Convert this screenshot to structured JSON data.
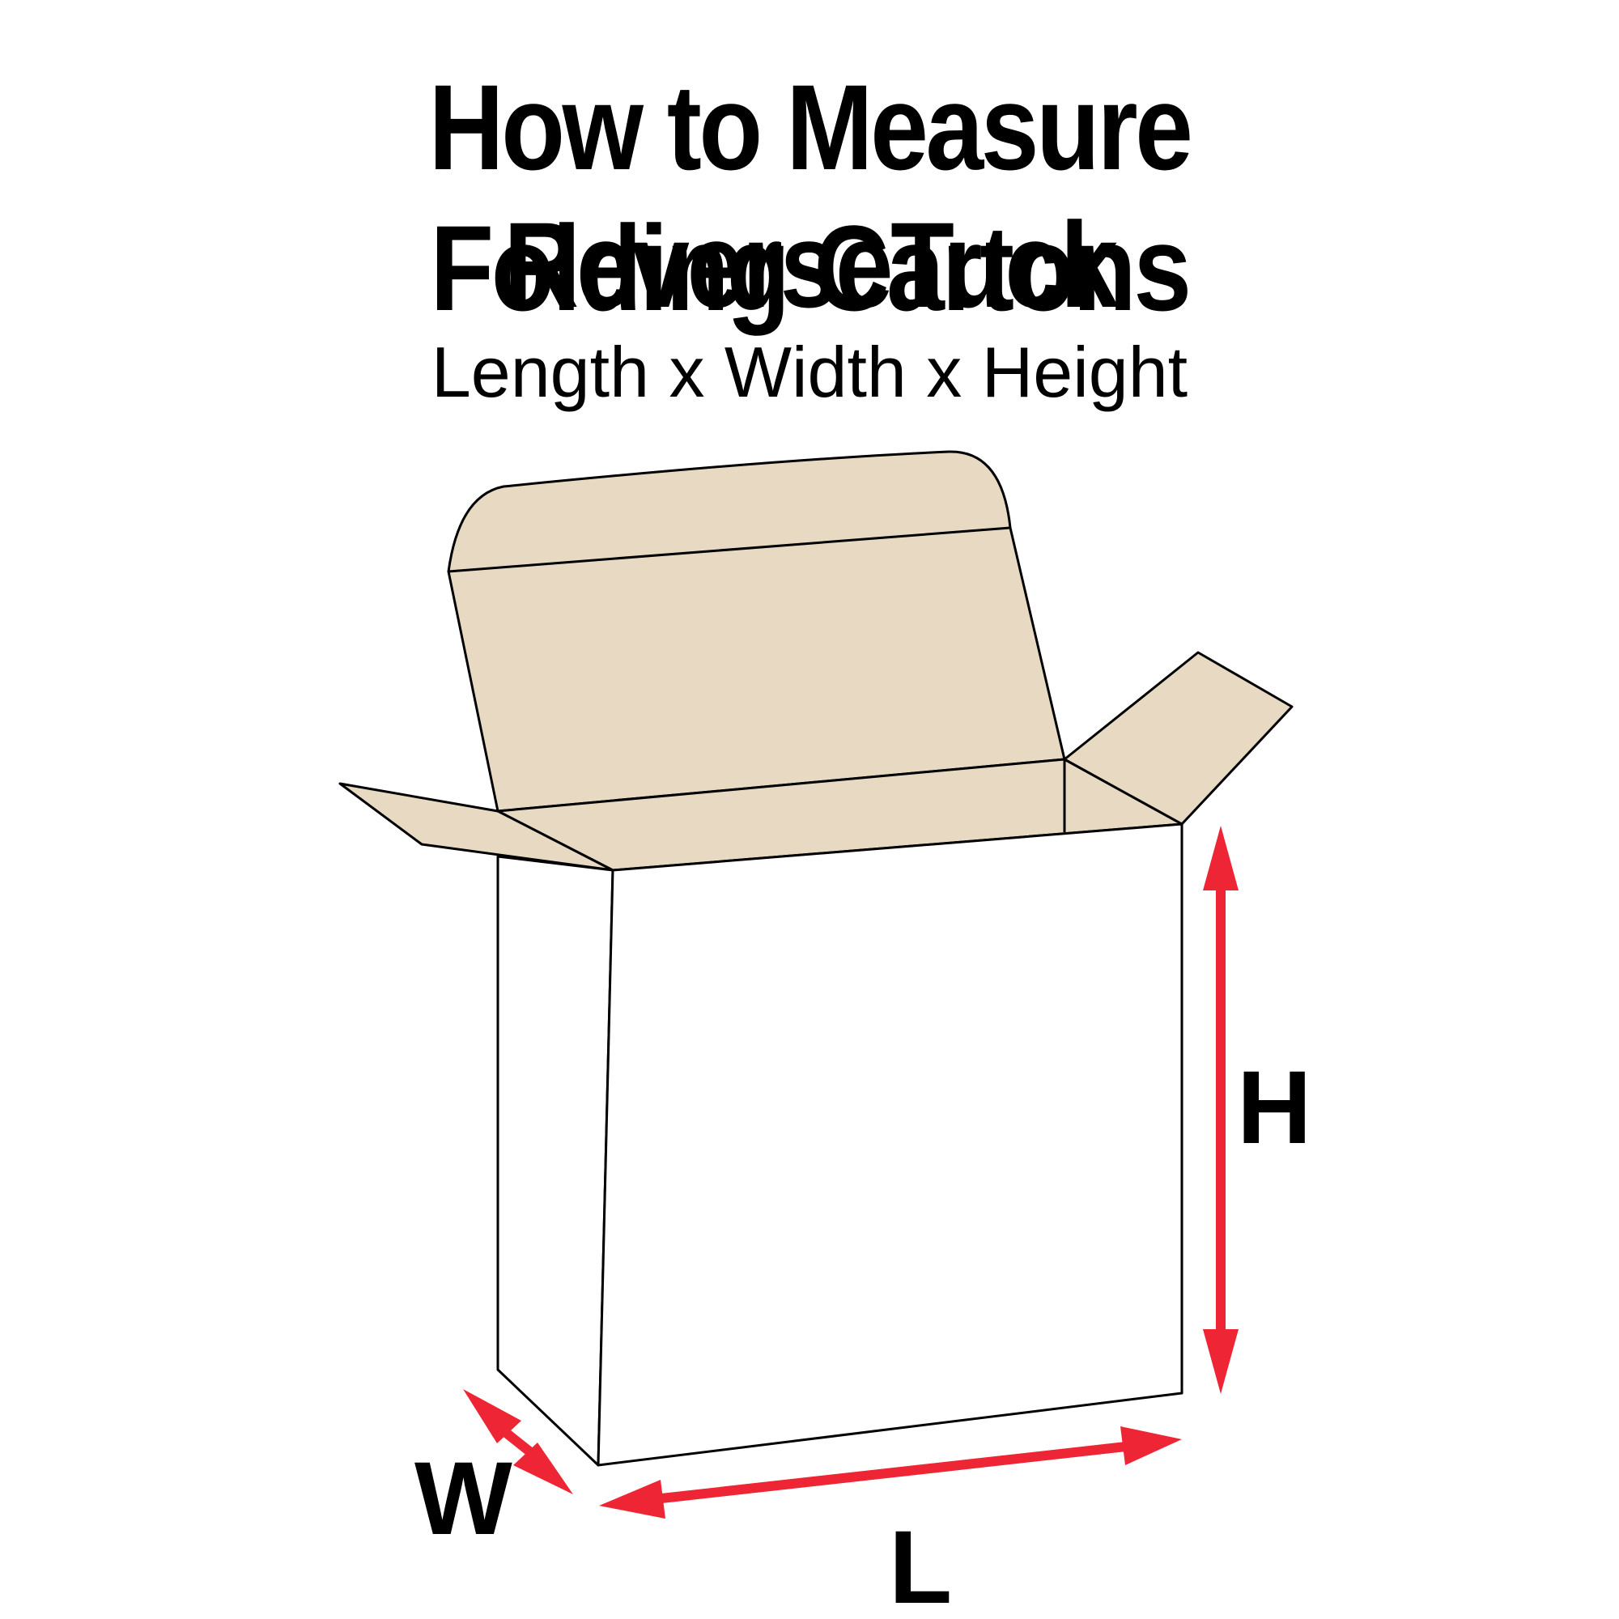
{
  "title": {
    "line1": "How to Measure ReverseTuck",
    "line2": "Folding Cartons"
  },
  "subtitle": "Length x Width x Height",
  "dimensions": {
    "height_label": "H",
    "width_label": "W",
    "length_label": "L"
  },
  "colors": {
    "flap_fill": "#E8D9C3",
    "arrow": "#EE2534",
    "outline": "#000000",
    "box_fill": "#FFFFFF"
  }
}
